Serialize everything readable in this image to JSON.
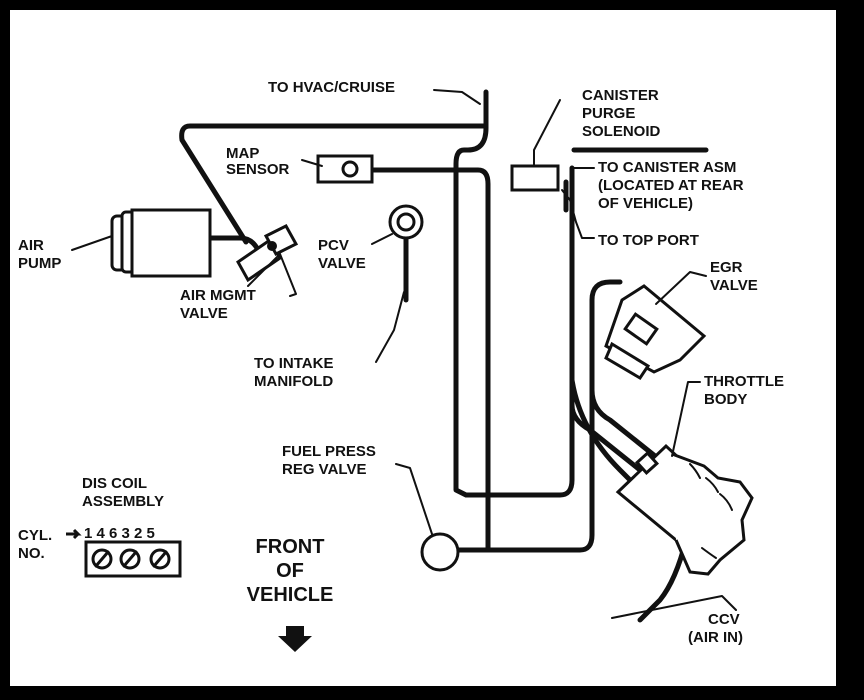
{
  "labels": {
    "to_hvac_cruise": "TO HVAC/CRUISE",
    "canister_purge_1": "CANISTER",
    "canister_purge_2": "PURGE",
    "canister_purge_3": "SOLENOID",
    "map_sensor_1": "MAP",
    "map_sensor_2": "SENSOR",
    "to_canister_1": "TO CANISTER ASM",
    "to_canister_2": "(LOCATED AT REAR",
    "to_canister_3": "OF VEHICLE)",
    "air_pump_1": "AIR",
    "air_pump_2": "PUMP",
    "pcv_valve_1": "PCV",
    "pcv_valve_2": "VALVE",
    "to_top_port": "TO TOP PORT",
    "air_mgmt_1": "AIR MGMT",
    "air_mgmt_2": "VALVE",
    "egr_valve_1": "EGR",
    "egr_valve_2": "VALVE",
    "to_intake_1": "TO INTAKE",
    "to_intake_2": "MANIFOLD",
    "throttle_body_1": "THROTTLE",
    "throttle_body_2": "BODY",
    "fuel_press_1": "FUEL PRESS",
    "fuel_press_2": "REG VALVE",
    "dis_coil_1": "DIS COIL",
    "dis_coil_2": "ASSEMBLY",
    "cyl_1": "CYL.",
    "cyl_2": "NO.",
    "cyl_order": "1 4 6 3 2 5",
    "front_1": "FRONT",
    "front_2": "OF",
    "front_3": "VEHICLE",
    "ccv_1": "CCV",
    "ccv_2": "(AIR IN)"
  }
}
